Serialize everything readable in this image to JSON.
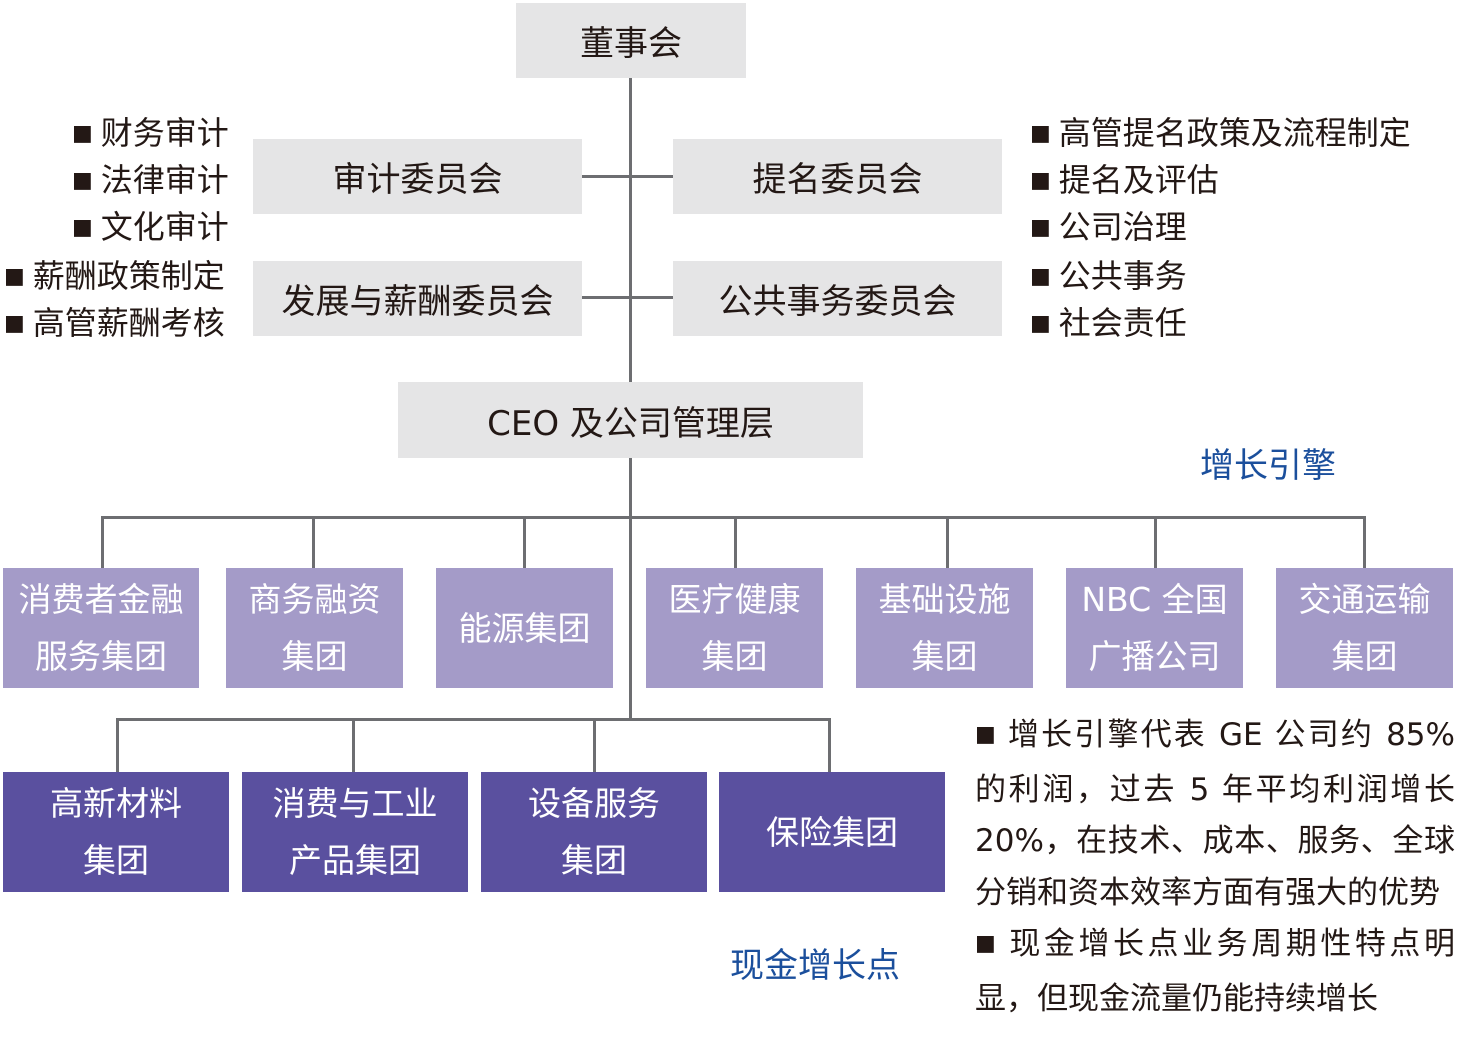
{
  "board": "董事会",
  "committees": {
    "audit": "审计委员会",
    "nomination": "提名委员会",
    "compensation": "发展与薪酬委员会",
    "public_affairs": "公共事务委员会"
  },
  "ceo": "CEO 及公司管理层",
  "duties": {
    "audit": [
      "财务审计",
      "法律审计",
      "文化审计"
    ],
    "compensation": [
      "薪酬政策制定",
      "高管薪酬考核"
    ],
    "nomination": [
      "高管提名政策及流程制定",
      "提名及评估",
      "公司治理"
    ],
    "public_affairs": [
      "公共事务",
      "社会责任"
    ]
  },
  "growth_engine_label": "增长引擎",
  "growth_engines": [
    [
      "消费者金融",
      "服务集团"
    ],
    [
      "商务融资",
      "集团"
    ],
    [
      "能源集团"
    ],
    [
      "医疗健康",
      "集团"
    ],
    [
      "基础设施",
      "集团"
    ],
    [
      "NBC 全国",
      "广播公司"
    ],
    [
      "交通运输",
      "集团"
    ]
  ],
  "cash_label": "现金增长点",
  "cash_points": [
    [
      "高新材料",
      "集团"
    ],
    [
      "消费与工业",
      "产品集团"
    ],
    [
      "设备服务",
      "集团"
    ],
    [
      "保险集团"
    ]
  ],
  "notes": {
    "note1": "增长引擎代表 GE 公司约 85% 的利润，过去 5 年平均利润增长 20%，在技术、成本、服务、全球分销和资本效率方面有强大的优势",
    "note2": "现金增长点业务周期性特点明显，但现金流量仍能持续增长"
  },
  "colors": {
    "gray_box": "#e5e5e6",
    "growth_box": "#a49bc8",
    "cash_box": "#5a509f",
    "label_blue": "#1b4f9c",
    "connector": "#6d6e71"
  }
}
